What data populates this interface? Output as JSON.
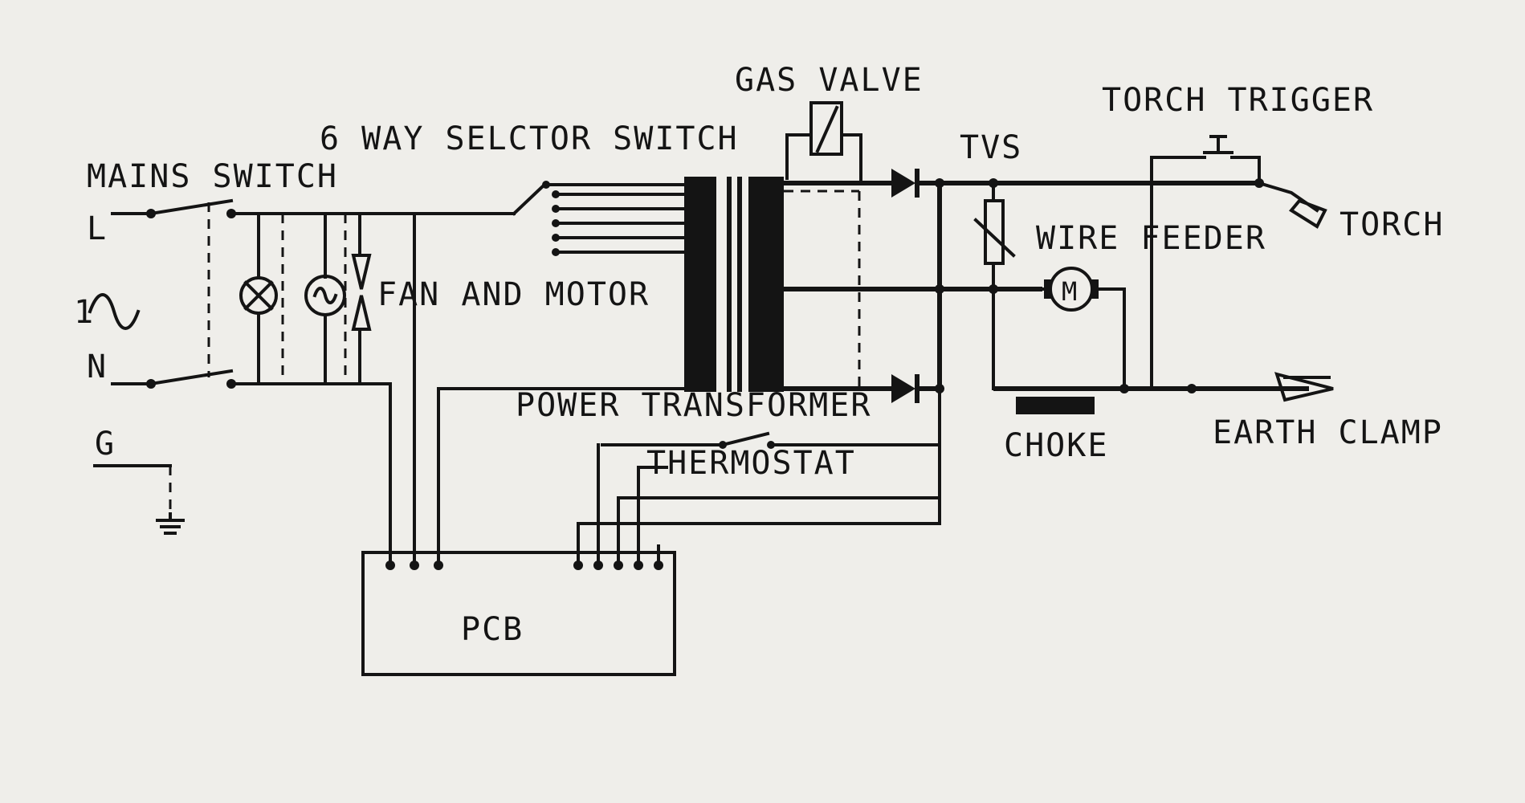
{
  "diagram": {
    "labels": {
      "gas_valve": "GAS VALVE",
      "torch_trigger": "TORCH TRIGGER",
      "selector": "6 WAY SELCTOR SWITCH",
      "tvs": "TVS",
      "mains_switch": "MAINS SWITCH",
      "torch": "TORCH",
      "wire_feeder": "WIRE FEEDER",
      "l": "L",
      "one_phase": "1",
      "fan_motor": "FAN AND MOTOR",
      "m": "M",
      "n": "N",
      "power_transformer": "POWER TRANSFORMER",
      "earth_clamp": "EARTH CLAMP",
      "choke": "CHOKE",
      "g": "G",
      "thermostat": "THERMOSTAT",
      "pcb": "PCB"
    },
    "colors": {
      "ink": "#141414",
      "paper": "#efeeea"
    }
  }
}
